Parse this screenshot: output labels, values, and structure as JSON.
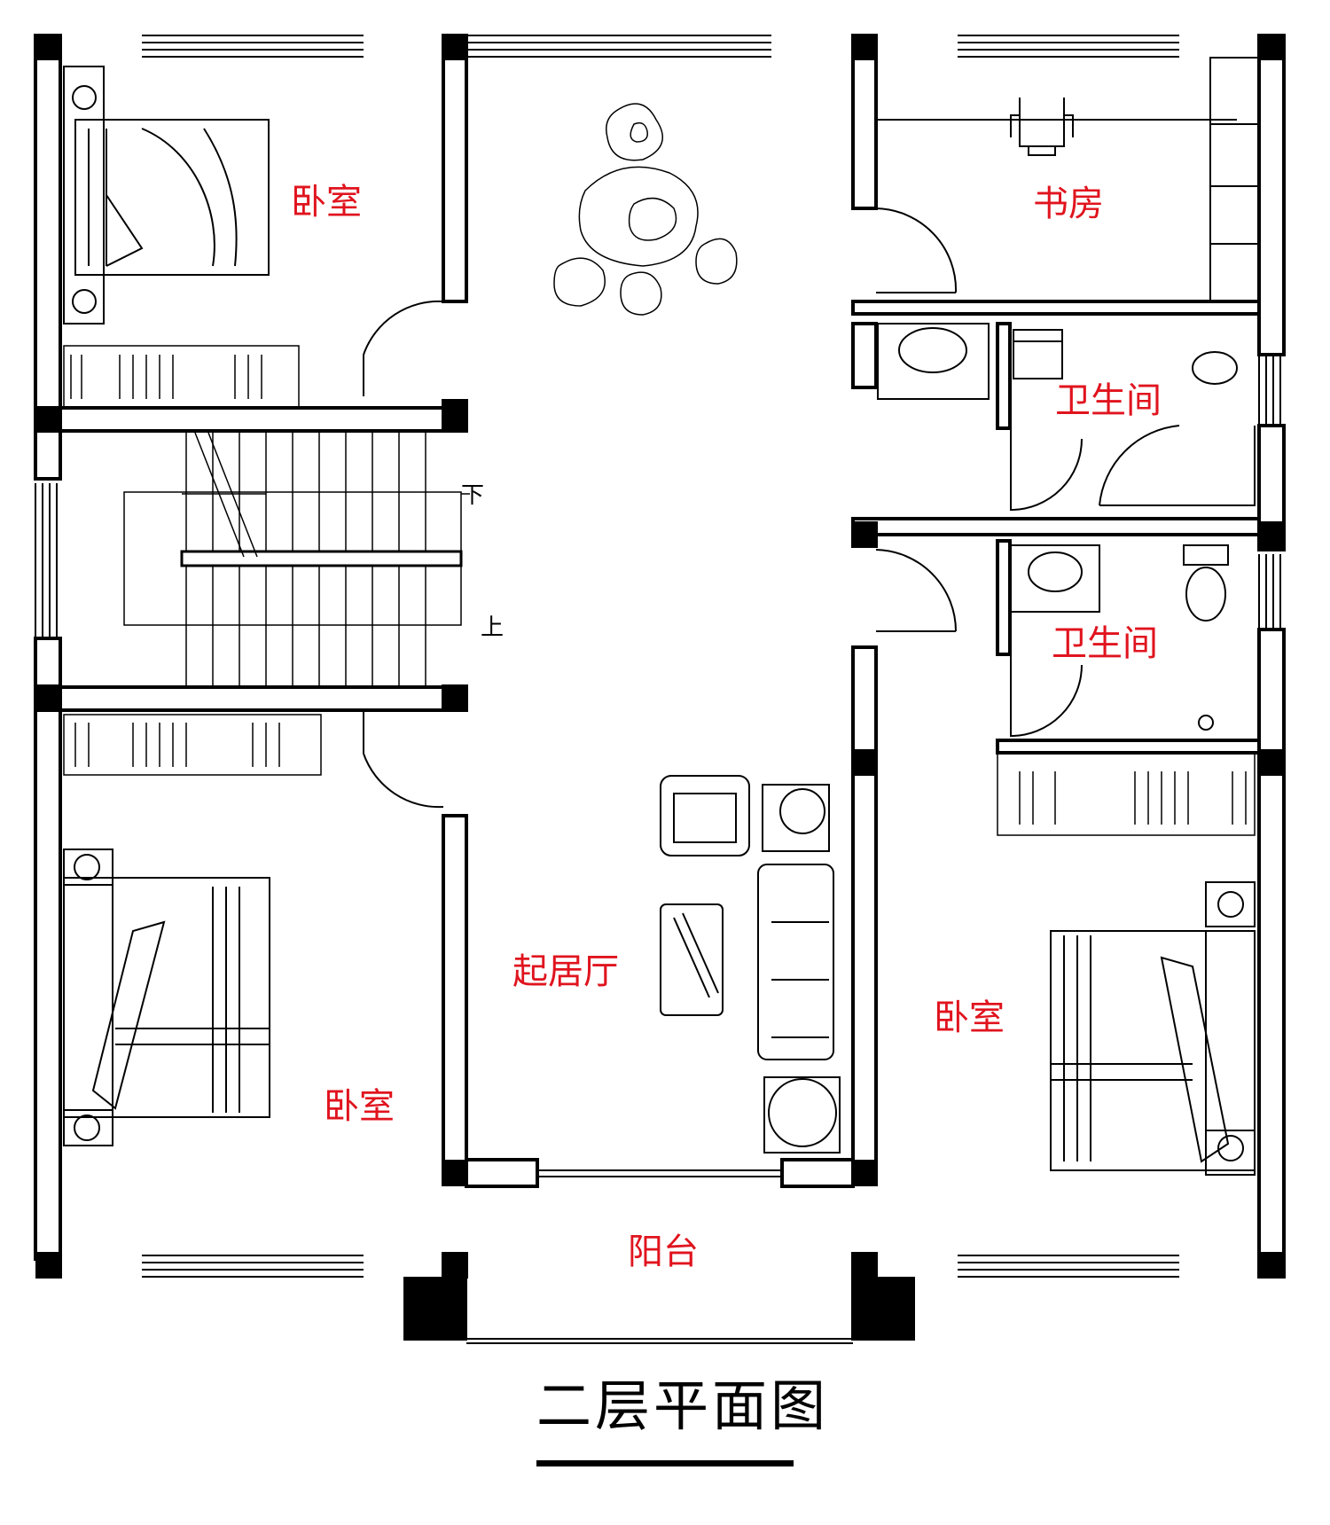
{
  "title": "二层平面图",
  "rooms": {
    "bedroom_nw": "卧室",
    "study": "书房",
    "bathroom_upper": "卫生间",
    "bathroom_lower": "卫生间",
    "bedroom_sw": "卧室",
    "bedroom_se": "卧室",
    "living_room": "起居厅",
    "balcony": "阳台"
  },
  "stairs": {
    "down": "下",
    "up": "上"
  },
  "colors": {
    "label": "#e0141e",
    "wall": "#000000",
    "line": "#000000"
  }
}
